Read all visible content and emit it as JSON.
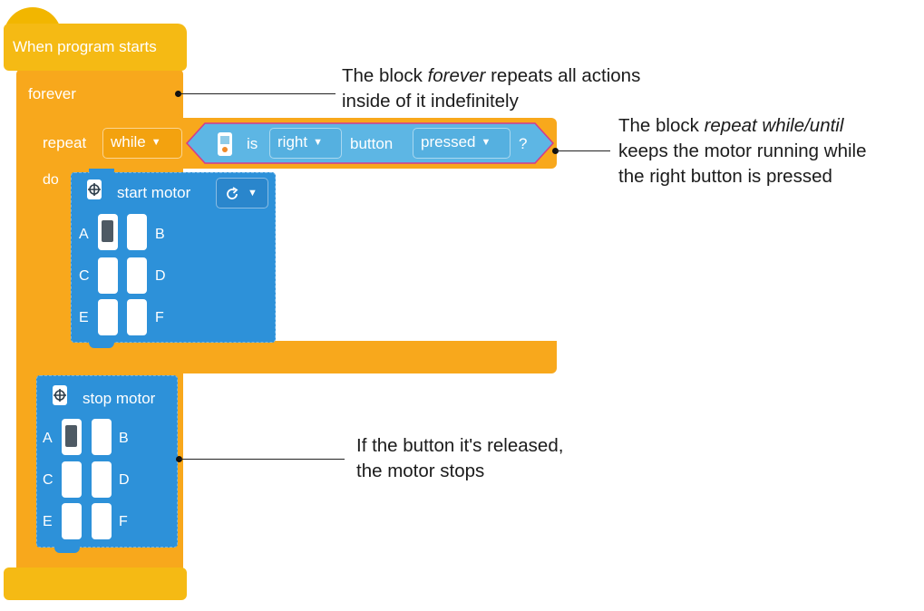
{
  "hat": {
    "label": "When program starts"
  },
  "forever": {
    "label": "forever"
  },
  "repeat": {
    "label": "repeat",
    "mode": "while",
    "do_label": "do"
  },
  "condition": {
    "is_label": "is",
    "button": "right",
    "button_label": "button",
    "state": "pressed",
    "question": "?"
  },
  "start_motor": {
    "title": "start motor",
    "direction_icon": "rotate-clockwise-icon",
    "ports": {
      "a": "A",
      "b": "B",
      "c": "C",
      "d": "D",
      "e": "E",
      "f": "F"
    },
    "selected_port": "A"
  },
  "stop_motor": {
    "title": "stop motor",
    "ports": {
      "a": "A",
      "b": "B",
      "c": "C",
      "d": "D",
      "e": "E",
      "f": "F"
    },
    "selected_port": "A"
  },
  "annotations": {
    "forever": {
      "pre": "The block ",
      "em": "forever",
      "post": " repeats all actions",
      "line2": "inside of it indefinitely"
    },
    "repeat": {
      "pre": "The block ",
      "em": "repeat while/until",
      "line2": "keeps the motor running while",
      "line3": "the right button is pressed"
    },
    "stop": {
      "line1": "If the button it's released,",
      "line2": "the motor stops"
    }
  },
  "colors": {
    "hat": "#f5ba14",
    "control": "#f8a81c",
    "sensor": "#55b0e0",
    "motor": "#2d91d9"
  }
}
